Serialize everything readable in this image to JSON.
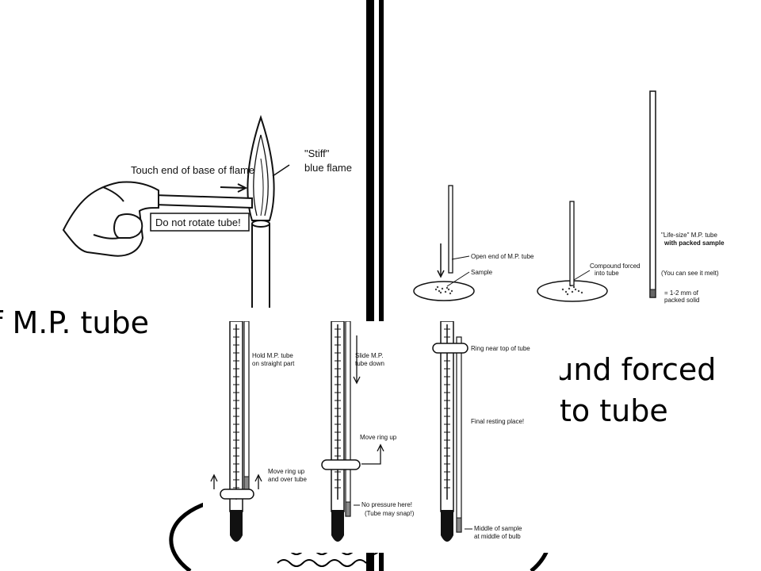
{
  "background_text": {
    "mp_tube": "f M.P. tube",
    "compound_forced": "ound forced",
    "into_tube": "to tube"
  },
  "panel_flame": {
    "touch_end": "Touch end of base of flame",
    "stiff": "\"Stiff\"",
    "blue_flame": "blue flame",
    "do_not_rotate": "Do not rotate tube!"
  },
  "panel_loading": {
    "open_end": "Open end of M.P. tube",
    "sample": "Sample",
    "compound_forced_1": "Compound forced",
    "compound_forced_2": "into tube",
    "life_size_1": "\"Life-size\" M.P. tube",
    "life_size_2": "with packed sample",
    "can_see": "(You can see it melt)",
    "mm_1": "= 1-2 mm of",
    "mm_2": "packed solid"
  },
  "panel_thermometer": {
    "hold_1": "Hold M.P. tube",
    "hold_2": "on straight part",
    "move_ring_over_1": "Move ring up",
    "move_ring_over_2": "and over tube",
    "slide_1": "Slide M.P.",
    "slide_2": "tube down",
    "move_ring_up": "Move ring up",
    "no_pressure_1": "No pressure here!",
    "no_pressure_2": "(Tube may snap!)",
    "ring_near_top": "Ring near top of tube",
    "final_resting": "Final resting place!",
    "middle_1": "Middle of sample",
    "middle_2": "at middle of bulb"
  }
}
